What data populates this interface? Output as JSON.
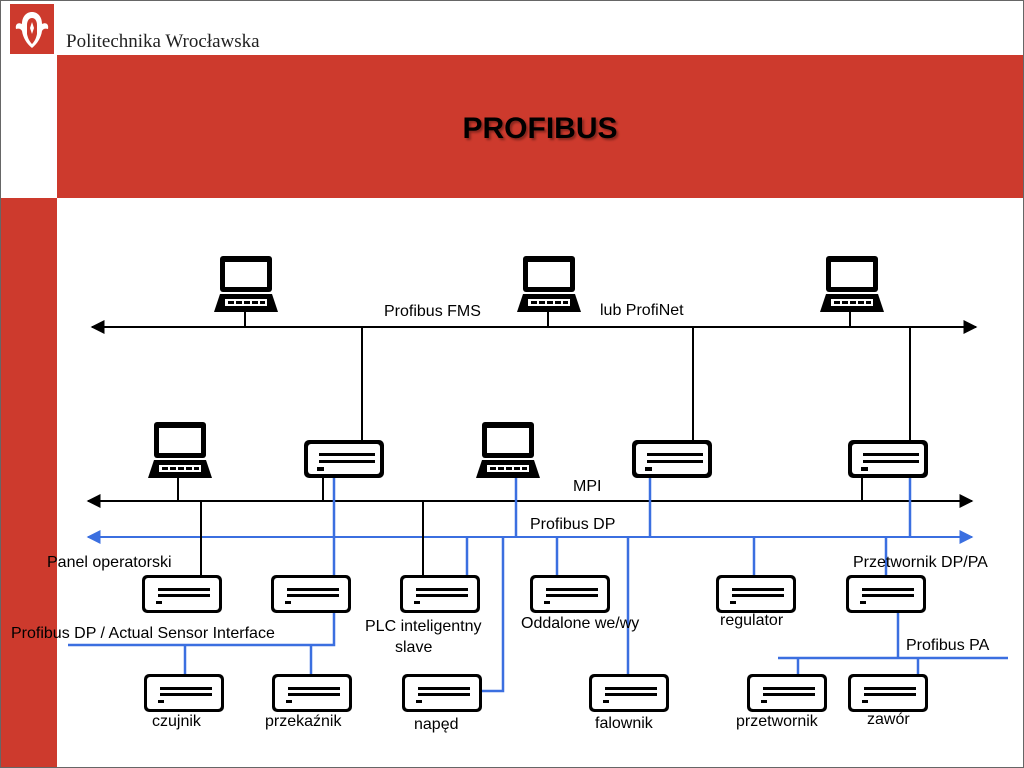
{
  "header": {
    "org_name": "Politechnika Wrocławska",
    "title": "PROFIBUS"
  },
  "colors": {
    "brand_red": "#cd3a2d",
    "bus_blue": "#3b6fe0",
    "line_black": "#000000"
  },
  "diagram": {
    "bus_fms": "Profibus FMS",
    "bus_profinet": "lub ProfiNet",
    "bus_mpi": "MPI",
    "bus_dp": "Profibus DP",
    "bus_pa": "Profibus PA",
    "bus_asi": "Profibus DP / Actual Sensor Interface",
    "panel_operatorski": "Panel operatorski",
    "przetwornik_dppa": "Przetwornik DP/PA",
    "plc_slave_line1": "PLC inteligentny",
    "plc_slave_line2": "slave",
    "oddalone_io": "Oddalone we/wy",
    "regulator": "regulator",
    "czujnik": "czujnik",
    "przekaznik": "przekaźnik",
    "naped": "napęd",
    "falownik": "falownik",
    "przetwornik": "przetwornik",
    "zawor": "zawór"
  }
}
